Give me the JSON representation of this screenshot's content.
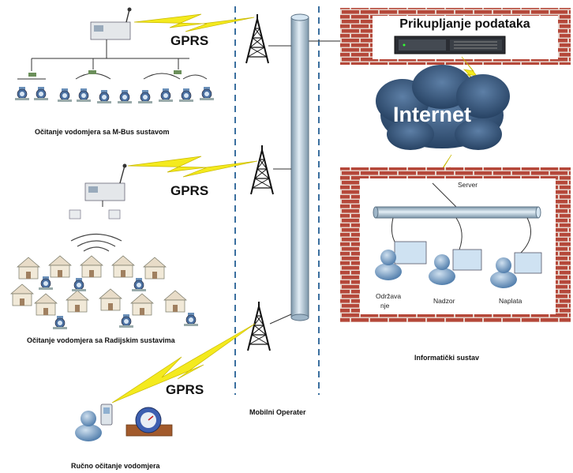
{
  "labels": {
    "gprs_1": "GPRS",
    "gprs_2": "GPRS",
    "gprs_3": "GPRS",
    "mbus_caption": "Očitanje vodomjera sa M-Bus sustavom",
    "radio_caption": "Očitanje vodomjera sa Radijskim sustavima",
    "manual_caption": "Ručno očitanje vodomjera",
    "operator_caption": "Mobilni Operater",
    "data_collection": "Prikupljanje podataka",
    "internet": "Internet",
    "server": "Server",
    "maintenance_1": "Održava",
    "maintenance_2": "nje",
    "supervision": "Nadzor",
    "billing": "Naplata",
    "it_system": "Informatički sustav"
  },
  "colors": {
    "brick": "#b5483a",
    "brick_mortar": "#e6d4cc",
    "pipe": "#bcd3e4",
    "pipe_dark": "#7d97aa",
    "cloud": "#2e4c70",
    "lightning": "#f4ea1e",
    "dashed_line": "#3a6f9f",
    "person": "#5c86b2"
  },
  "icons": [
    "tower-icon",
    "lightning-icon",
    "water-meter-icon",
    "house-icon",
    "person-icon",
    "server-rack-icon",
    "cloud-icon",
    "concentrator-icon"
  ]
}
